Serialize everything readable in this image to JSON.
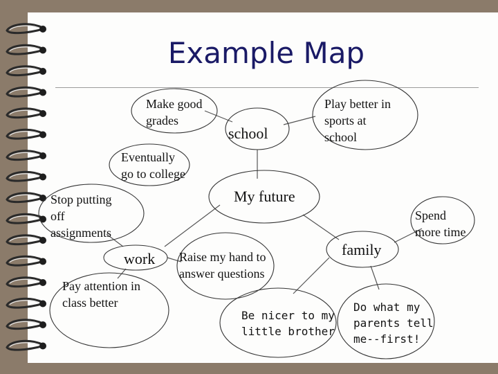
{
  "title": "Example Map",
  "colors": {
    "background": "#8b7b6a",
    "paper": "#fdfdfc",
    "title": "#1a1a66",
    "lines": "#555555"
  },
  "nodes": {
    "make_good_grades": {
      "line1": "Make good",
      "line2": "grades"
    },
    "school": {
      "text": "school"
    },
    "play_better": {
      "line1": "Play better in",
      "line2": "sports at",
      "line3": "school"
    },
    "college": {
      "line1": "Eventually",
      "line2": "go to college"
    },
    "my_future": {
      "text": "My future"
    },
    "stop_putting": {
      "line1": "Stop putting",
      "line2": "off",
      "line3": "assignments"
    },
    "spend_more_time": {
      "line1": "Spend",
      "line2": "more time"
    },
    "work": {
      "text": "work"
    },
    "raise_hand": {
      "line1": "Raise my hand to",
      "line2": "answer questions"
    },
    "family": {
      "text": "family"
    },
    "pay_attention": {
      "line1": "Pay attention in",
      "line2": "class better"
    },
    "be_nicer": {
      "line1": "Be nicer to my",
      "line2": "little brother"
    },
    "do_what": {
      "line1": "Do what my",
      "line2": "parents tell",
      "line3": "me--first!"
    }
  }
}
